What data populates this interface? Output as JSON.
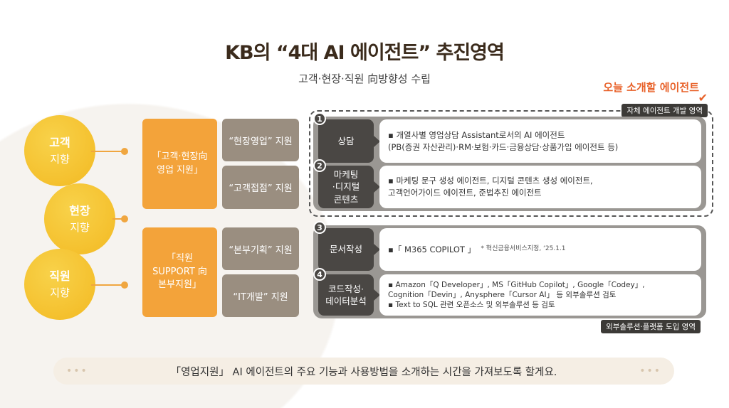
{
  "title": "KB의 “4대 AI 에이전트” 추진영역",
  "subtitle": "고객·현장·직원 向방향성 수립",
  "today_label": "오늘 소개할 에이전트",
  "internal_area_label": "자체 에이전트 개발 영역",
  "external_area_label": "외부솔루션·플랫폼 도입 영역",
  "orientations": [
    {
      "top": "고객",
      "bottom": "지향"
    },
    {
      "top": "현장",
      "bottom": "지향"
    },
    {
      "top": "직원",
      "bottom": "지향"
    }
  ],
  "groups": [
    {
      "line1": "「고객·현장向",
      "line2": "영업 지원」",
      "line3": "",
      "supports": [
        "“현장영업” 지원",
        "“고객접점” 지원"
      ]
    },
    {
      "line1": "「직원",
      "line2": "SUPPORT 向",
      "line3": "본부지원」",
      "supports": [
        "“본부기획” 지원",
        "“IT개발” 지원"
      ]
    }
  ],
  "agents": [
    {
      "num": "1",
      "label": [
        "상담"
      ],
      "lines": [
        "▪ 개열사별 영업상담 Assistant로서의 AI 에이전트",
        "(PB(증권 자산관리)·RM·보험·카드·금융상담·상품가입 에이전트 등)"
      ]
    },
    {
      "num": "2",
      "label": [
        "마케팅",
        "·디지털",
        "콘텐츠"
      ],
      "lines": [
        "▪ 마케팅 문구 생성 에이전트, 디지털 콘텐츠 생성 에이전트,",
        "고객언어가이드 에이전트, 준법추진 에이전트"
      ]
    },
    {
      "num": "3",
      "label": [
        "문서작성"
      ],
      "lines": [
        "▪「 M365 COPILOT 」"
      ],
      "note": "* 혁신금융서비스지정, ‘25.1.1"
    },
    {
      "num": "4",
      "label": [
        "코드작성·",
        "데이터분석"
      ],
      "lines": [
        "▪ Amazon「Q Developer」, MS「GitHub Copilot」, Google「Codey」,",
        "Cognition「Devin」, Anysphere「Cursor AI」 등 외부솔루션 검토",
        "▪ Text to SQL 관련 오픈소스 및 외부솔루션 등 검토"
      ]
    }
  ],
  "banner": {
    "dots": "•••",
    "text": "「영업지원」 AI 에이전트의 주요 기능과 사용방법을 소개하는 시간을 가져보도록 할게요."
  },
  "colors": {
    "accent": "#e8622a",
    "orange": "#f3a33a",
    "yellow": "#f5c233",
    "gray": "#9a8e80",
    "dark": "#4a4744"
  }
}
